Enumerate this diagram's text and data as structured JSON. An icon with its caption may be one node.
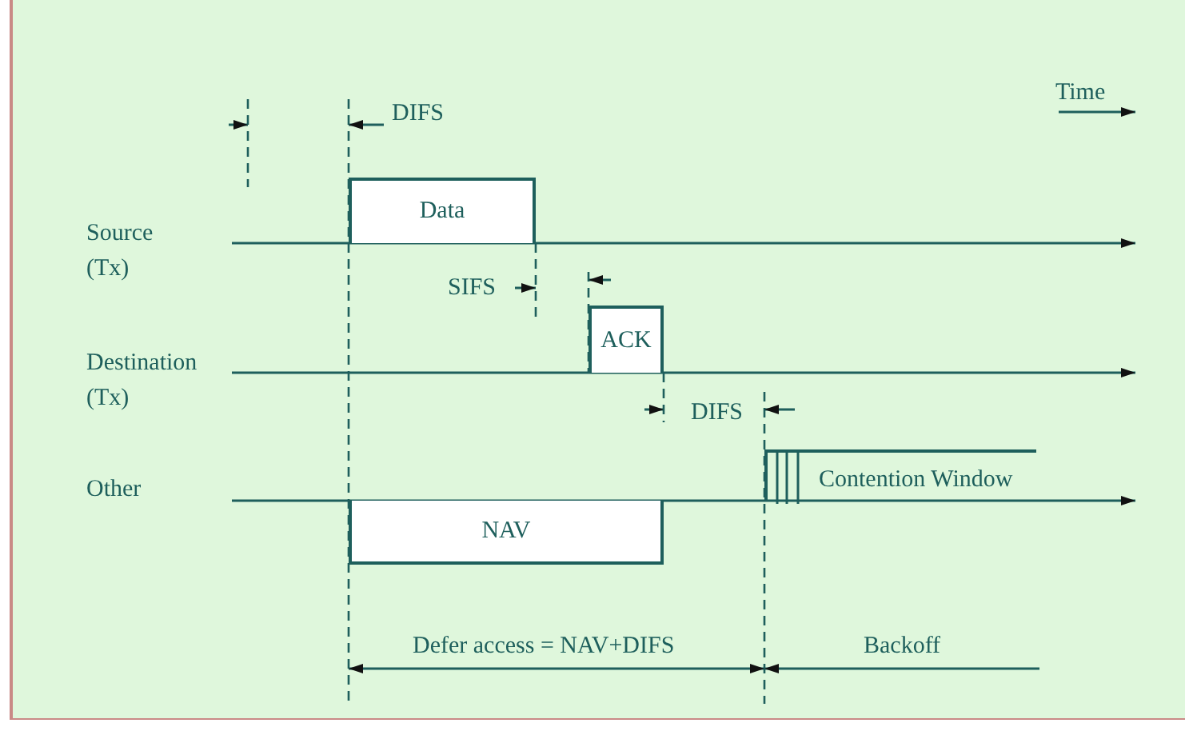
{
  "diagram": {
    "nodes": [
      {
        "text": [
          "Data"
        ]
      },
      {
        "text": [
          "ACK"
        ]
      },
      {
        "text": [
          "Contention Window"
        ]
      },
      {
        "text": [
          "NAV"
        ]
      }
    ],
    "labels": [
      "Time",
      "DIFS",
      "Source (Tx)",
      "SIFS",
      "Destination (Tx)",
      "DIFS",
      "Other",
      "Defer access = NAV+DIFS",
      "Backoff"
    ]
  }
}
